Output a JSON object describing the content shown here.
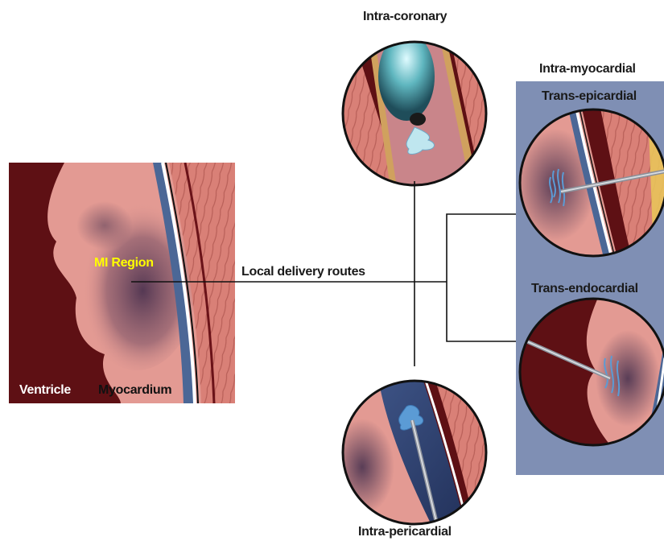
{
  "labels": {
    "intra_coronary": "Intra-coronary",
    "intra_myocardial": "Intra-myocardial",
    "trans_epicardial": "Trans-epicardial",
    "trans_endocardial": "Trans-endocardial",
    "intra_pericardial": "Intra-pericardial",
    "local_delivery_routes": "Local delivery routes",
    "mi_region": "MI Region",
    "ventricle": "Ventricle",
    "myocardium": "Myocardium"
  },
  "colors": {
    "ventricle_dark": "#5e1014",
    "myocardium_pink": "#e39a93",
    "infarct_dark": "#6e4a60",
    "vessel_blue": "#4b6796",
    "panel_blue": "#7f8fb4",
    "mi_label_yellow": "#ffff00",
    "cell_blue": "#5b9bd5"
  }
}
